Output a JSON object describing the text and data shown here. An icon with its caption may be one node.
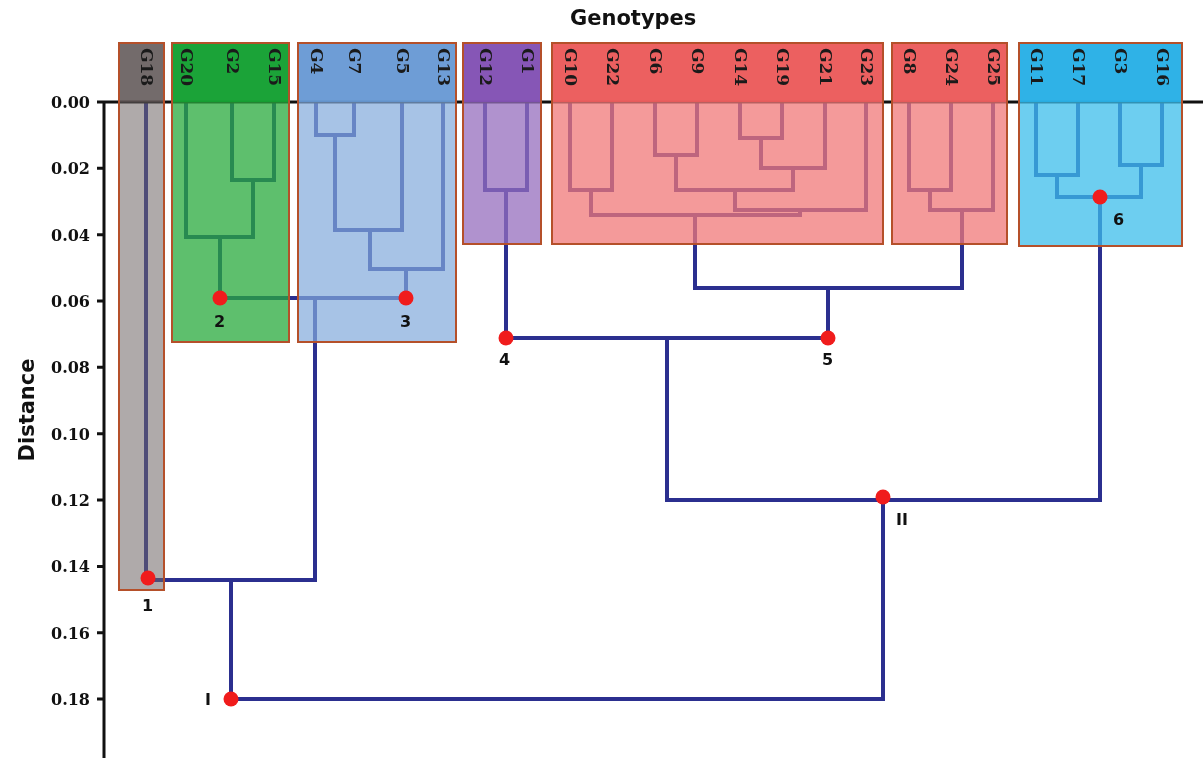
{
  "diagram": {
    "nodes": [
      {
        "text": [
          "G18"
        ]
      },
      {
        "text": [
          "G20",
          "G2",
          "G15"
        ]
      },
      {
        "text": [
          "G4",
          "G7",
          "G5",
          "G13"
        ]
      },
      {
        "text": [
          "G12",
          "G1"
        ]
      },
      {
        "text": [
          "G10",
          "G22",
          "G6",
          "G9",
          "G14",
          "G19",
          "G21",
          "G23"
        ]
      },
      {
        "text": [
          "G8",
          "G24",
          "G25"
        ]
      },
      {
        "text": [
          "G11",
          "G17",
          "G3",
          "G16"
        ]
      },
      {
        "text": [],
        "shape": "circle",
        "beside": [
          "6"
        ],
        "in": 6
      },
      {
        "text": [],
        "shape": "circle",
        "beside": [
          "2"
        ],
        "in": 1
      },
      {
        "text": [],
        "shape": "circle",
        "beside": [
          "3"
        ],
        "in": 2
      },
      {
        "text": [],
        "shape": "circle",
        "beside": [
          "4"
        ]
      },
      {
        "text": [],
        "shape": "circle",
        "beside": [
          "5"
        ]
      },
      {
        "text": [],
        "shape": "circle",
        "beside": [
          "II"
        ]
      },
      {
        "text": [],
        "shape": "circle",
        "beside": [
          "1"
        ],
        "in": 0
      },
      {
        "text": [],
        "shape": "circle",
        "beside": [
          "I"
        ]
      }
    ],
    "labels": [
      "Genotypes",
      "Distance",
      "0.00",
      "0.02",
      "0.04",
      "0.06",
      "0.08",
      "0.10",
      "0.12",
      "0.14",
      "0.16",
      "0.18"
    ]
  }
}
